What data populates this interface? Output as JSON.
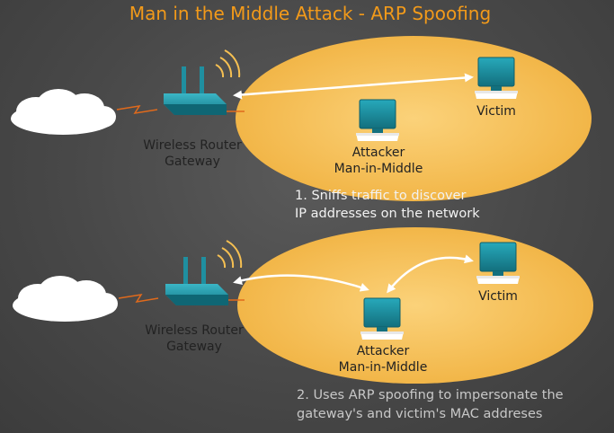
{
  "title": "Man in the Middle Attack - ARP Spoofing",
  "scenario1": {
    "router_label_line1": "Wireless Router",
    "router_label_line2": "Gateway",
    "victim_label": "Victim",
    "attacker_label_line1": "Attacker",
    "attacker_label_line2": "Man-in-Middle",
    "note_line1": "1. Sniffs traffic to discover",
    "note_line2": "IP addresses on the network"
  },
  "scenario2": {
    "router_label_line1": "Wireless Router",
    "router_label_line2": "Gateway",
    "victim_label": "Victim",
    "attacker_label_line1": "Attacker",
    "attacker_label_line2": "Man-in-Middle",
    "note_line1": "2. Uses ARP spoofing to impersonate the",
    "note_line2": "gateway's and victim's MAC addreses"
  },
  "icons": [
    "cloud-icon",
    "wireless-router-icon",
    "computer-icon",
    "bidirectional-arrow"
  ],
  "colors": {
    "title": "#f29a1a",
    "network_ellipse": "#f7c45e",
    "device": "#1a8fa0",
    "arrow": "#ffffff",
    "cable": "#e06a1c"
  }
}
